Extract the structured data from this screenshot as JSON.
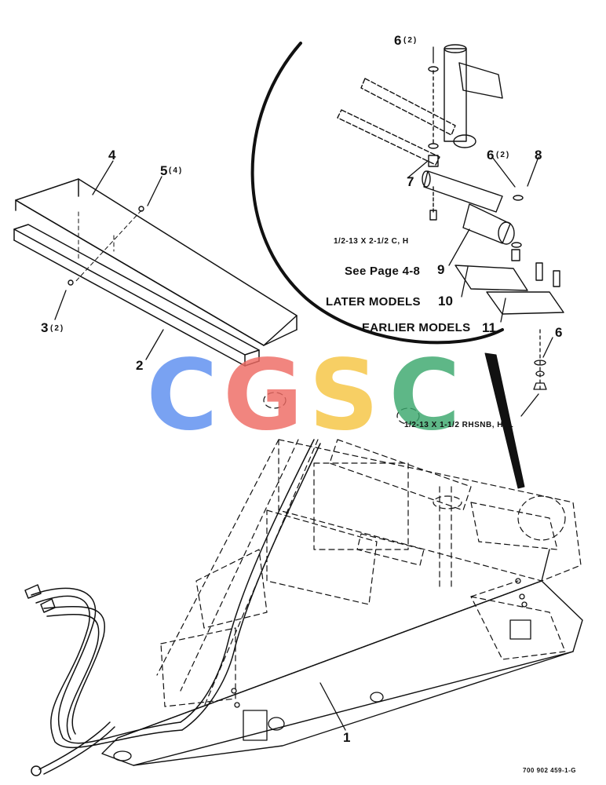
{
  "callouts": {
    "c1": "1",
    "c2": "2",
    "c3": "3",
    "c3_qty": "(2)",
    "c4": "4",
    "c5": "5",
    "c5_qty": "(4)",
    "c6_top": "6",
    "c6_top_qty": "(2)",
    "c6_mid": "6",
    "c6_mid_qty": "(2)",
    "c6_low": "6",
    "c7": "7",
    "c8": "8",
    "c9": "9",
    "c10": "10",
    "c11": "11"
  },
  "specs": {
    "bolt_upper": "1/2-13 X 2-1/2 C, H",
    "bolt_lower": "1/2-13 X 1-1/2 RHSNB, H, L"
  },
  "notes": {
    "see_page": "See Page 4-8",
    "later_models": "LATER MODELS",
    "earlier_models": "EARLIER MODELS"
  },
  "part_number": "700 902 459-1-G",
  "watermark": {
    "letters": [
      "C",
      "G",
      "S",
      "C"
    ],
    "colors": [
      "#5b8def",
      "#ee6a63",
      "#f5c542",
      "#3aa76d"
    ]
  }
}
